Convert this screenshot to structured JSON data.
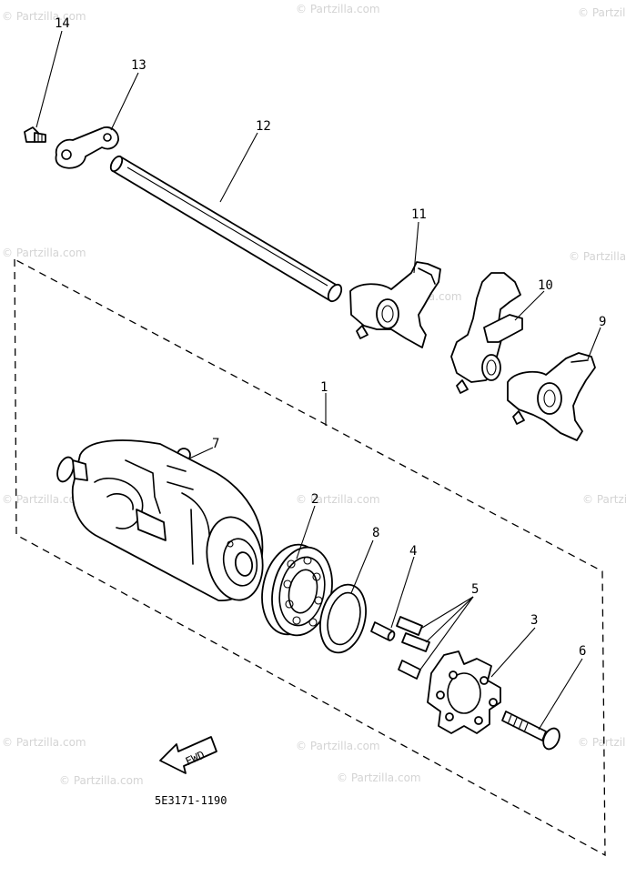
{
  "diagram_code": "5E3171-1190",
  "fwd_label": "FWD",
  "watermark": "© Partzilla.com",
  "callouts": [
    {
      "id": "c14",
      "label": "14"
    },
    {
      "id": "c13",
      "label": "13"
    },
    {
      "id": "c12",
      "label": "12"
    },
    {
      "id": "c11",
      "label": "11"
    },
    {
      "id": "c10",
      "label": "10"
    },
    {
      "id": "c9",
      "label": "9"
    },
    {
      "id": "c1",
      "label": "1"
    },
    {
      "id": "c7",
      "label": "7"
    },
    {
      "id": "c2",
      "label": "2"
    },
    {
      "id": "c8",
      "label": "8"
    },
    {
      "id": "c4",
      "label": "4"
    },
    {
      "id": "c5",
      "label": "5"
    },
    {
      "id": "c3",
      "label": "3"
    },
    {
      "id": "c6",
      "label": "6"
    }
  ]
}
